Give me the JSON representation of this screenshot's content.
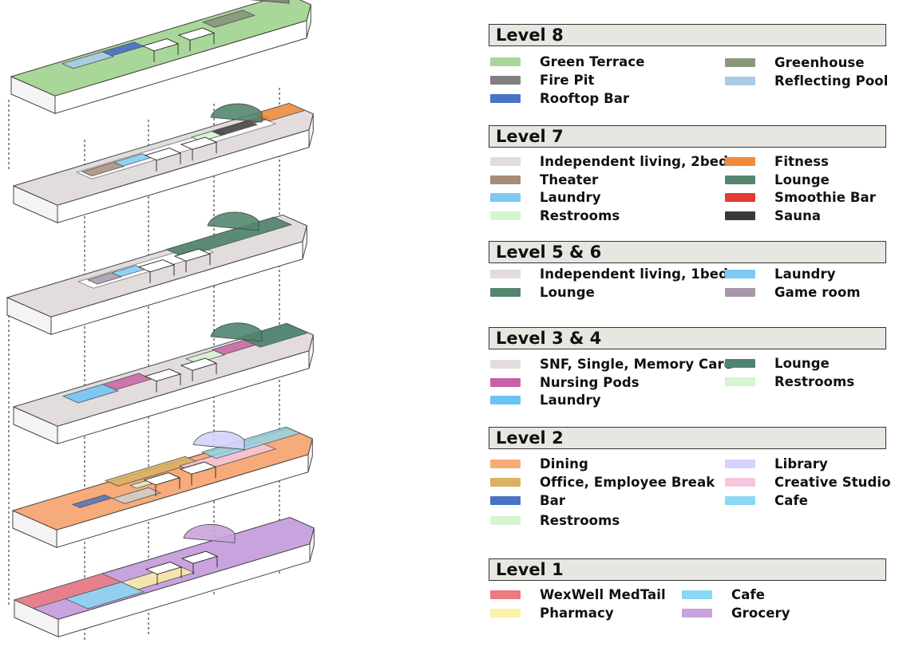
{
  "levels": [
    {
      "name": "Level 8",
      "items": [
        {
          "label": "Green Terrace",
          "color": "#a9d79a"
        },
        {
          "label": "Fire Pit",
          "color": "#808080"
        },
        {
          "label": "Rooftop Bar",
          "color": "#4b73c5"
        },
        {
          "label": "Greenhouse",
          "color": "#8a977c"
        },
        {
          "label": "Reflecting Pool",
          "color": "#a9cbe6"
        }
      ]
    },
    {
      "name": "Level 7",
      "items": [
        {
          "label": "Independent living, 2beds",
          "color": "#e3dcdc"
        },
        {
          "label": "Theater",
          "color": "#a68c76"
        },
        {
          "label": "Laundry",
          "color": "#7cc9f3"
        },
        {
          "label": "Restrooms",
          "color": "#d4f5d0"
        },
        {
          "label": "Fitness",
          "color": "#f08b3b"
        },
        {
          "label": "Lounge",
          "color": "#53866e"
        },
        {
          "label": "Smoothie Bar",
          "color": "#e23b33"
        },
        {
          "label": "Sauna",
          "color": "#3a3a3a"
        }
      ]
    },
    {
      "name": "Level 5 & 6",
      "items": [
        {
          "label": "Independent living, 1bed",
          "color": "#e3dcdc"
        },
        {
          "label": "Lounge",
          "color": "#53866e"
        },
        {
          "label": "Laundry",
          "color": "#7cc9f3"
        },
        {
          "label": "Game room",
          "color": "#a797a8"
        }
      ]
    },
    {
      "name": "Level 3 & 4",
      "items": [
        {
          "label": "SNF, Single, Memory Care",
          "color": "#e3dcdc"
        },
        {
          "label": "Nursing Pods",
          "color": "#c861a6"
        },
        {
          "label": "Laundry",
          "color": "#6cc3f6"
        },
        {
          "label": "Lounge",
          "color": "#4f8470"
        },
        {
          "label": "Restrooms",
          "color": "#d4f5d0"
        }
      ]
    },
    {
      "name": "Level 2",
      "items": [
        {
          "label": "Dining",
          "color": "#f7aa7a"
        },
        {
          "label": "Office, Employee Break",
          "color": "#d8b262"
        },
        {
          "label": "Bar",
          "color": "#4b73c5"
        },
        {
          "label": "Restrooms",
          "color": "#d4f5d0"
        },
        {
          "label": "Library",
          "color": "#d3d3fb"
        },
        {
          "label": "Creative Studio",
          "color": "#f7c6dc"
        },
        {
          "label": "Cafe",
          "color": "#8ad8f3"
        }
      ]
    },
    {
      "name": "Level 1",
      "items": [
        {
          "label": "WexWell MedTail",
          "color": "#ec7a7f"
        },
        {
          "label": "Pharmacy",
          "color": "#fbf1a8"
        },
        {
          "label": "Cafe",
          "color": "#8ad8f3"
        },
        {
          "label": "Grocery",
          "color": "#c9a3dd"
        }
      ]
    }
  ]
}
